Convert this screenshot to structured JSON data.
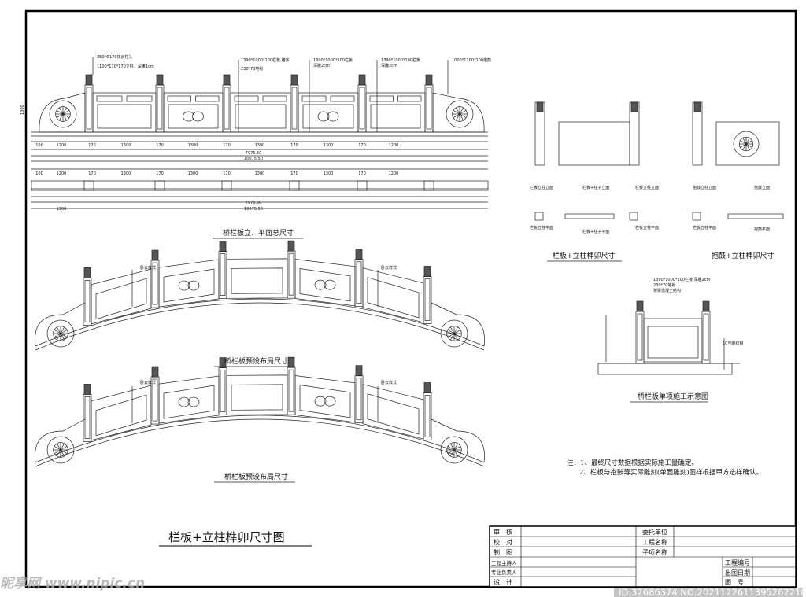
{
  "drawing": {
    "main_title": "栏板+立柱榫卯尺寸图",
    "callouts": {
      "post_cap": "250*Φ170祥云柱头",
      "post": "1100*170*170立柱，深雕1cm",
      "panel_text": "1390*1000*100栏板,雕字",
      "sill": "230*70地袱",
      "panel_a": "1390*1000*100栏板",
      "panel_a2": "深雕2cm",
      "panel_b": "1390*1000*100栏板",
      "panel_b2": "深雕2cm",
      "drum": "1000*1200*100抱鼓",
      "cloud_left": "卧云样式",
      "cloud_right": "卧云样式"
    },
    "dimensions": {
      "segments": [
        "100",
        "1200",
        "170",
        "1300",
        "170",
        "1300",
        "170",
        "1300",
        "170",
        "1300",
        "170",
        "1200"
      ],
      "end_length": "1300",
      "mid_total": "7975.50",
      "overall_total": "10075.50",
      "height": "1300"
    },
    "captions": {
      "elev_plan": "桥栏板立、平面总尺寸",
      "layout1": "桥栏板预设布局尺寸",
      "layout2": "桥栏板预设布局尺寸",
      "joint_panel": "栏板+立柱榫卯尺寸",
      "joint_drum": "抱鼓+立柱榫卯尺寸",
      "construction": "桥栏板单项施工示意图"
    },
    "detail_labels": {
      "top": [
        "栏板立柱立面",
        "栏板+柱子立面",
        "栏板立柱立面",
        "抱鼓立柱立面",
        "抱鼓立面"
      ],
      "bottom": [
        "栏板立柱平面",
        "栏板+柱子平面",
        "栏板立柱平面",
        "栏板立柱平面",
        "抱鼓平面"
      ]
    },
    "construction_callouts": [
      "1390*1000*100栏板,深雕2cm",
      "230*70地袱",
      "桥梁混凝土结构",
      "10号螺纹钢"
    ],
    "notes": [
      "注：1、最终尺寸数据根据实际施工量确定。",
      "2、栏板与抱鼓等实际雕刻(单面雕刻)图样根据甲方选样确认。"
    ]
  },
  "title_block": {
    "left_rows": [
      "审　核",
      "校　对",
      "制　图",
      "工程主持人",
      "专业负责人",
      "设　计"
    ],
    "mid_rows": [
      "委托单位",
      "工程名称",
      "子项名称"
    ],
    "right_rows": [
      "工程编号",
      "出图日期",
      "图　号"
    ]
  },
  "watermark": {
    "logo": "昵享网 www.nipic.cn",
    "id": "ID:32686374 NO:20211226113952622103"
  }
}
